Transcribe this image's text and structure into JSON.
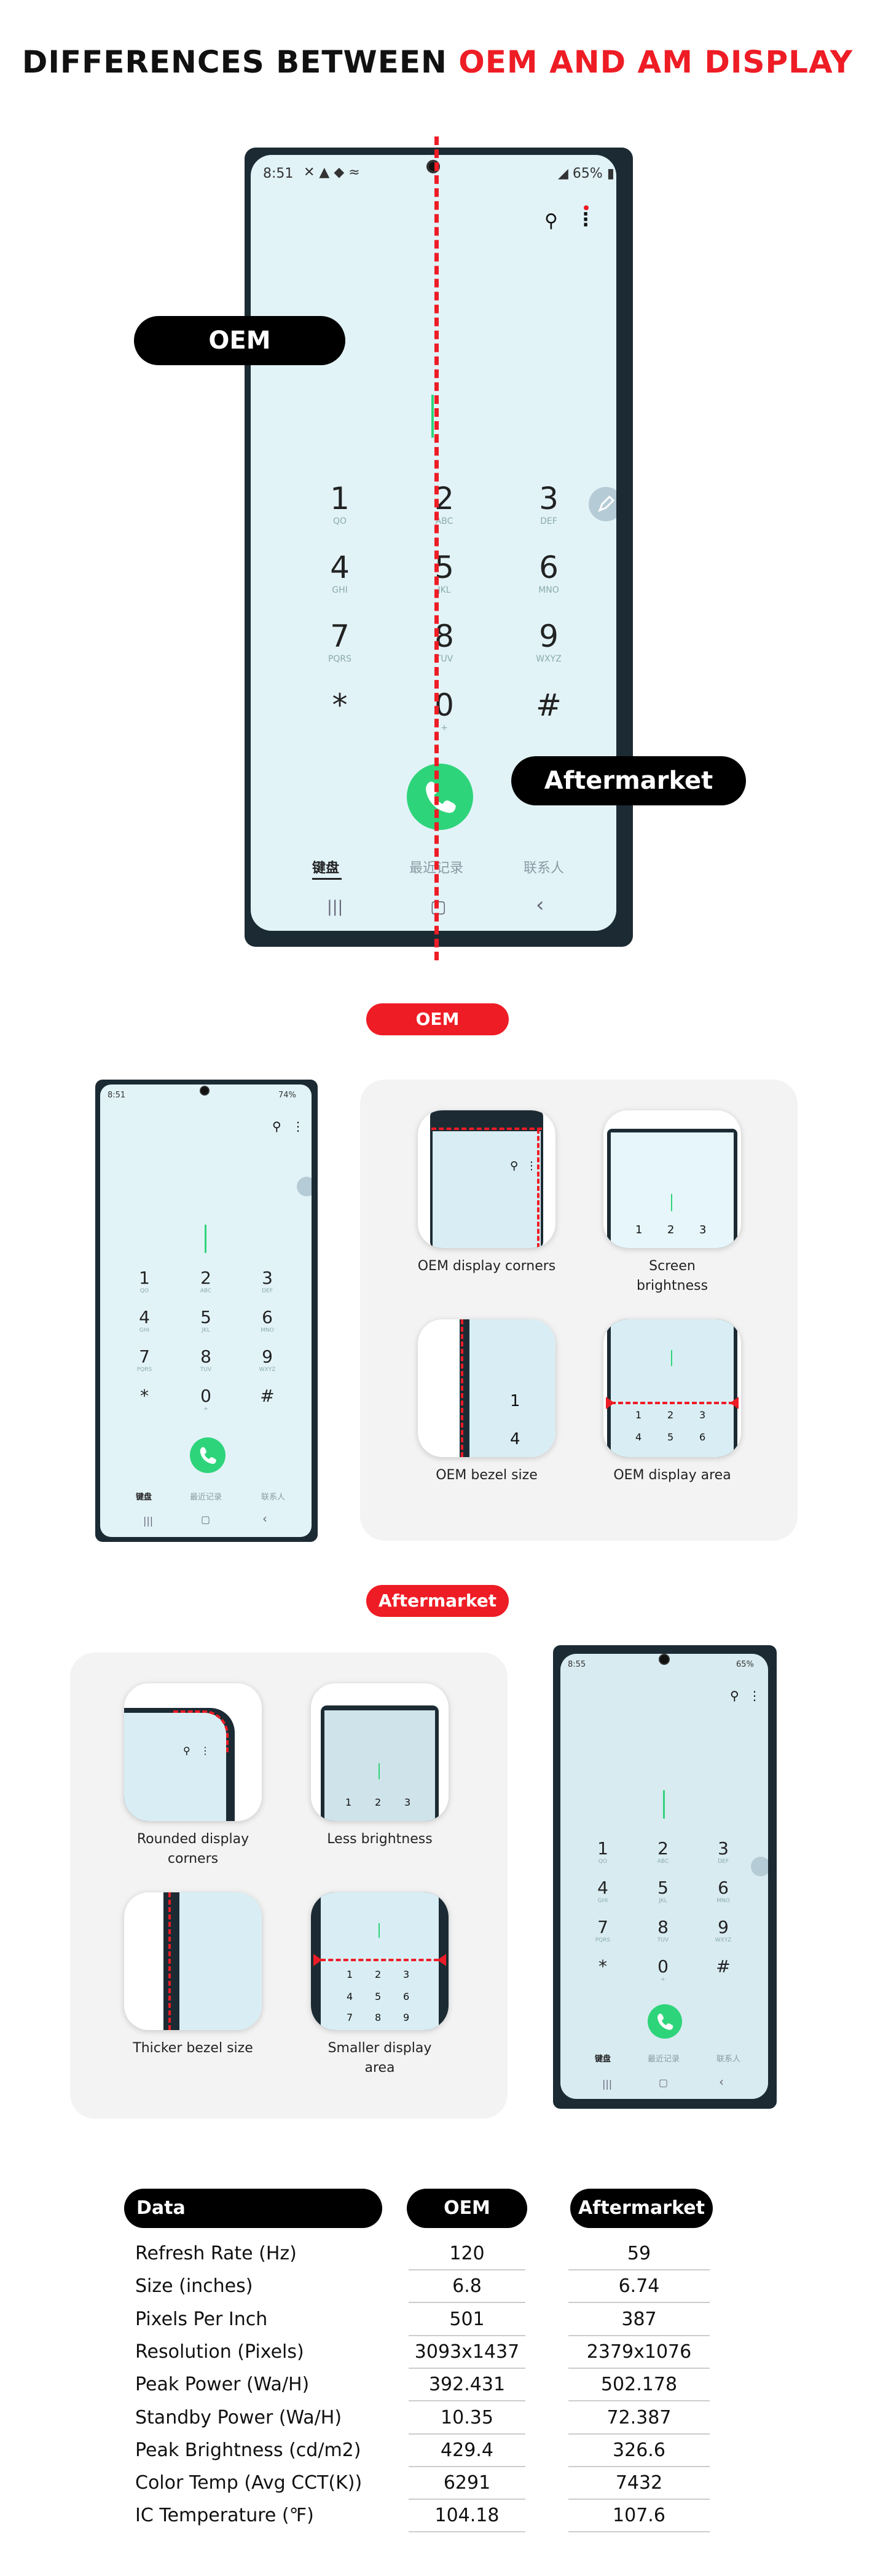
{
  "header": {
    "title_black": "DIFFERENCES BETWEEN ",
    "title_red": "OEM AND AM DISPLAY"
  },
  "hero": {
    "status_time": "8:51",
    "status_battery": "65%",
    "keys": [
      {
        "d": "1",
        "s": "QO"
      },
      {
        "d": "2",
        "s": "ABC"
      },
      {
        "d": "3",
        "s": "DEF"
      },
      {
        "d": "4",
        "s": "GHI"
      },
      {
        "d": "5",
        "s": "JKL"
      },
      {
        "d": "6",
        "s": "MNO"
      },
      {
        "d": "7",
        "s": "PQRS"
      },
      {
        "d": "8",
        "s": "TUV"
      },
      {
        "d": "9",
        "s": "WXYZ"
      },
      {
        "d": "*",
        "s": ""
      },
      {
        "d": "0",
        "s": "+"
      },
      {
        "d": "#",
        "s": ""
      }
    ],
    "tabs": [
      "键盘",
      "最近记录",
      "联系人"
    ],
    "nav": [
      "|||",
      "▢",
      "‹"
    ],
    "oem_label": "OEM",
    "am_label": "Aftermarket"
  },
  "oem_section": {
    "badge": "OEM",
    "phone": {
      "status_time": "8:51",
      "status_battery": "74%"
    },
    "captions": [
      "OEM display corners",
      "Screen brightness",
      "OEM bezel size",
      "OEM display area"
    ]
  },
  "am_section": {
    "badge": "Aftermarket",
    "phone": {
      "status_time": "8:55",
      "status_battery": "65%"
    },
    "captions": [
      "Rounded display corners",
      "Less brightness",
      "Thicker bezel size",
      "Smaller display area"
    ]
  },
  "thumb_keys": {
    "row1": [
      "1",
      "2",
      "3"
    ],
    "row2": [
      "4",
      "5",
      "6"
    ],
    "row3": [
      "7",
      "8",
      "9"
    ]
  },
  "table": {
    "headers": [
      "Data",
      "OEM",
      "Aftermarket"
    ],
    "rows": [
      [
        "Refresh Rate (Hz)",
        "120",
        "59"
      ],
      [
        "Size (inches)",
        "6.8",
        "6.74"
      ],
      [
        "Pixels Per Inch",
        "501",
        "387"
      ],
      [
        "Resolution (Pixels)",
        "3093x1437",
        "2379x1076"
      ],
      [
        "Peak Power (Wa/H)",
        "392.431",
        "502.178"
      ],
      [
        "Standby Power (Wa/H)",
        "10.35",
        "72.387"
      ],
      [
        "Peak Brightness (cd/m2)",
        "429.4",
        "326.6"
      ],
      [
        "Color Temp (Avg CCT(K))",
        "6291",
        "7432"
      ],
      [
        "IC Temperature (℉)",
        "104.18",
        "107.6"
      ]
    ]
  },
  "colors": {
    "accent": "#ee1c25",
    "call": "#2ed47a",
    "screen": "#e2f3f8",
    "bezel": "#1c2b33"
  },
  "icons": [
    "search-icon",
    "more-icon",
    "edit-icon",
    "call-icon",
    "camera-icon",
    "battery-icon",
    "wifi-icon"
  ]
}
